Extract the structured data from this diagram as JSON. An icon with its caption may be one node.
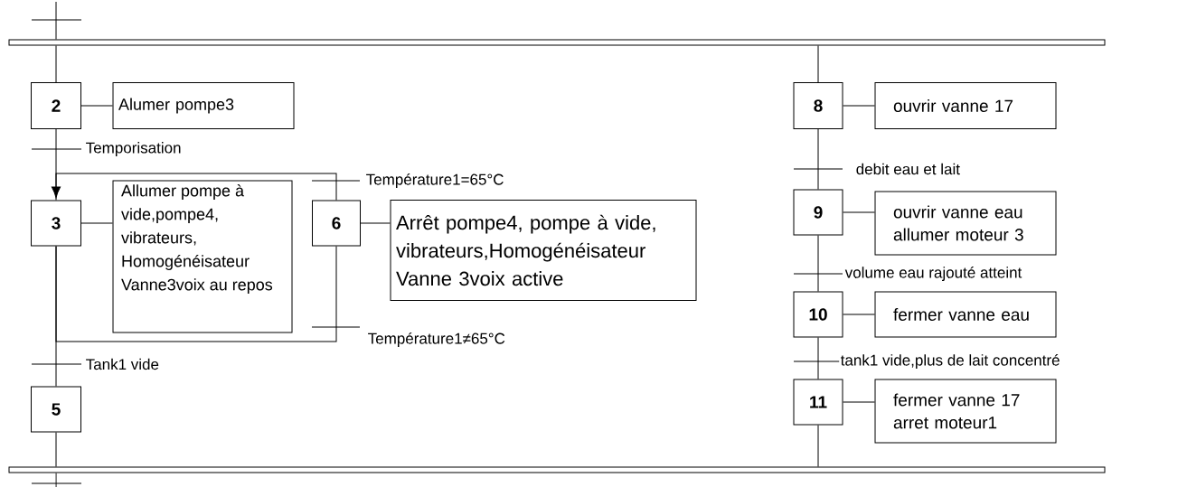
{
  "diagram": {
    "nodes": [
      {
        "text": [],
        "shape": "bar"
      },
      {
        "text": [
          "2"
        ]
      },
      {
        "text": [
          "Alumer pompe3"
        ]
      },
      {
        "text": [
          "3"
        ]
      },
      {
        "text": [
          "Allumer pompe à vide,pompe4, vibrateurs, Homogénéisateur Vanne3voix au repos"
        ]
      },
      {
        "text": [
          "6"
        ]
      },
      {
        "text": [
          "Arrêt pompe4, pompe à vide, vibrateurs,Homogénéisateur Vanne 3voix active"
        ]
      },
      {
        "text": [
          "5"
        ]
      },
      {
        "text": [
          "8"
        ]
      },
      {
        "text": [
          "ouvrir vanne 17"
        ]
      },
      {
        "text": [
          "9"
        ]
      },
      {
        "text": [
          "ouvrir vanne eau allumer moteur 3"
        ]
      },
      {
        "text": [
          "10"
        ]
      },
      {
        "text": [
          "fermer vanne eau"
        ]
      },
      {
        "text": [
          "11"
        ]
      },
      {
        "text": [
          "fermer vanne 17 arret moteur1"
        ]
      },
      {
        "text": [],
        "shape": "bar"
      }
    ],
    "edges": [
      {
        "from": null,
        "to": 0,
        "arrow": "none"
      },
      {
        "from": 0,
        "to": 1,
        "arrow": "none"
      },
      {
        "from": 1,
        "to": 2,
        "arrow": "none"
      },
      {
        "from": 1,
        "to": 3,
        "arrow": "none",
        "label": "Temporisation"
      },
      {
        "from": 3,
        "to": 4,
        "arrow": "none"
      },
      {
        "from": 5,
        "to": 3,
        "arrow": "to",
        "label": "Température1=65°C"
      },
      {
        "from": 3,
        "to": 5,
        "arrow": "none",
        "label": "Température1≠65°C"
      },
      {
        "from": 5,
        "to": 6,
        "arrow": "none"
      },
      {
        "from": 3,
        "to": 7,
        "arrow": "none",
        "label": "Tank1 vide"
      },
      {
        "from": 7,
        "to": 16,
        "arrow": "none"
      },
      {
        "from": 16,
        "to": null,
        "arrow": "none"
      },
      {
        "from": 0,
        "to": 8,
        "arrow": "none"
      },
      {
        "from": 8,
        "to": 9,
        "arrow": "none"
      },
      {
        "from": 8,
        "to": 10,
        "arrow": "none",
        "label": "debit eau et lait"
      },
      {
        "from": 10,
        "to": 11,
        "arrow": "none"
      },
      {
        "from": 10,
        "to": 12,
        "arrow": "none",
        "label": "volume eau rajouté atteint"
      },
      {
        "from": 12,
        "to": 13,
        "arrow": "none"
      },
      {
        "from": 12,
        "to": 14,
        "arrow": "none",
        "label": "tank1 vide,plus de lait concentré"
      },
      {
        "from": 14,
        "to": 15,
        "arrow": "none"
      },
      {
        "from": 14,
        "to": 16,
        "arrow": "none"
      }
    ]
  }
}
